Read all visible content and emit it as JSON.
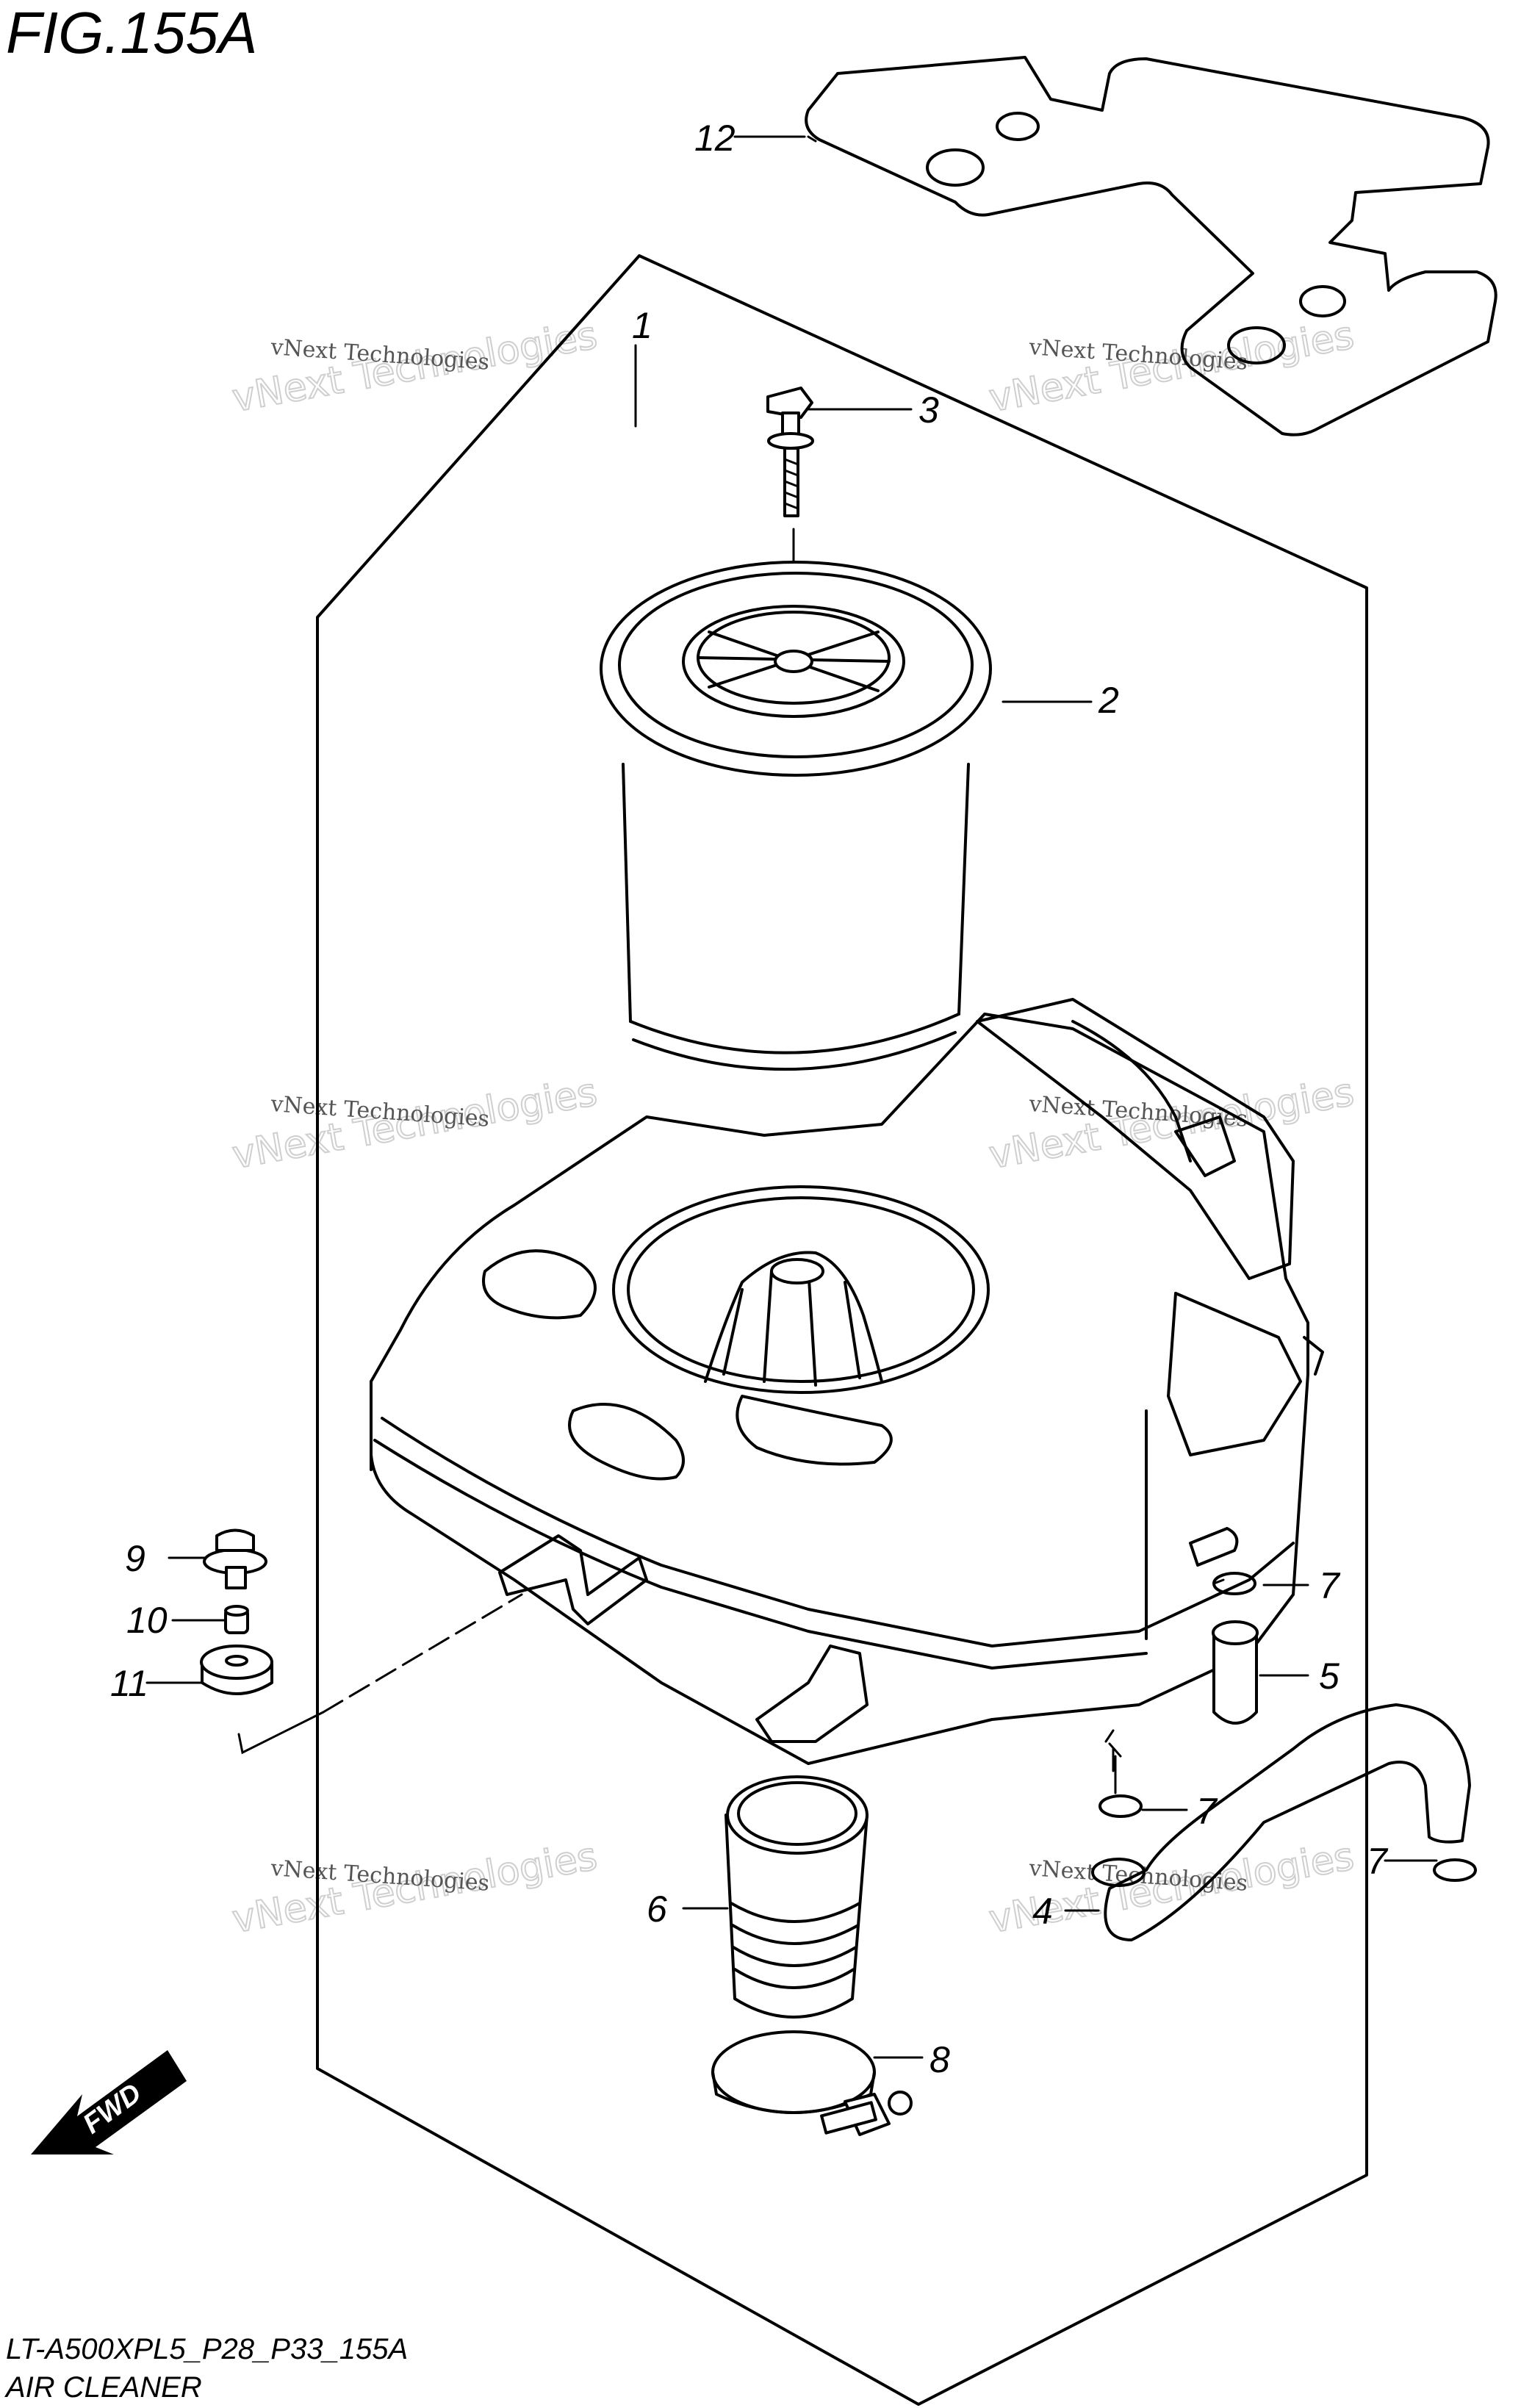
{
  "figure": {
    "title": "FIG.155A",
    "model_code": "LT-A500XPL5_P28_P33_155A",
    "section_name": "AIR CLEANER"
  },
  "fwd_label": "FWD",
  "watermark": {
    "line1": "vNext Technologies",
    "line2": "vNext Technologies"
  },
  "callouts": [
    {
      "id": "1",
      "label": "1"
    },
    {
      "id": "2",
      "label": "2"
    },
    {
      "id": "3",
      "label": "3"
    },
    {
      "id": "4",
      "label": "4"
    },
    {
      "id": "5",
      "label": "5"
    },
    {
      "id": "6",
      "label": "6"
    },
    {
      "id": "7a",
      "label": "7"
    },
    {
      "id": "7b",
      "label": "7"
    },
    {
      "id": "7c",
      "label": "7"
    },
    {
      "id": "8",
      "label": "8"
    },
    {
      "id": "9",
      "label": "9"
    },
    {
      "id": "10",
      "label": "10"
    },
    {
      "id": "11",
      "label": "11"
    },
    {
      "id": "12",
      "label": "12"
    }
  ]
}
